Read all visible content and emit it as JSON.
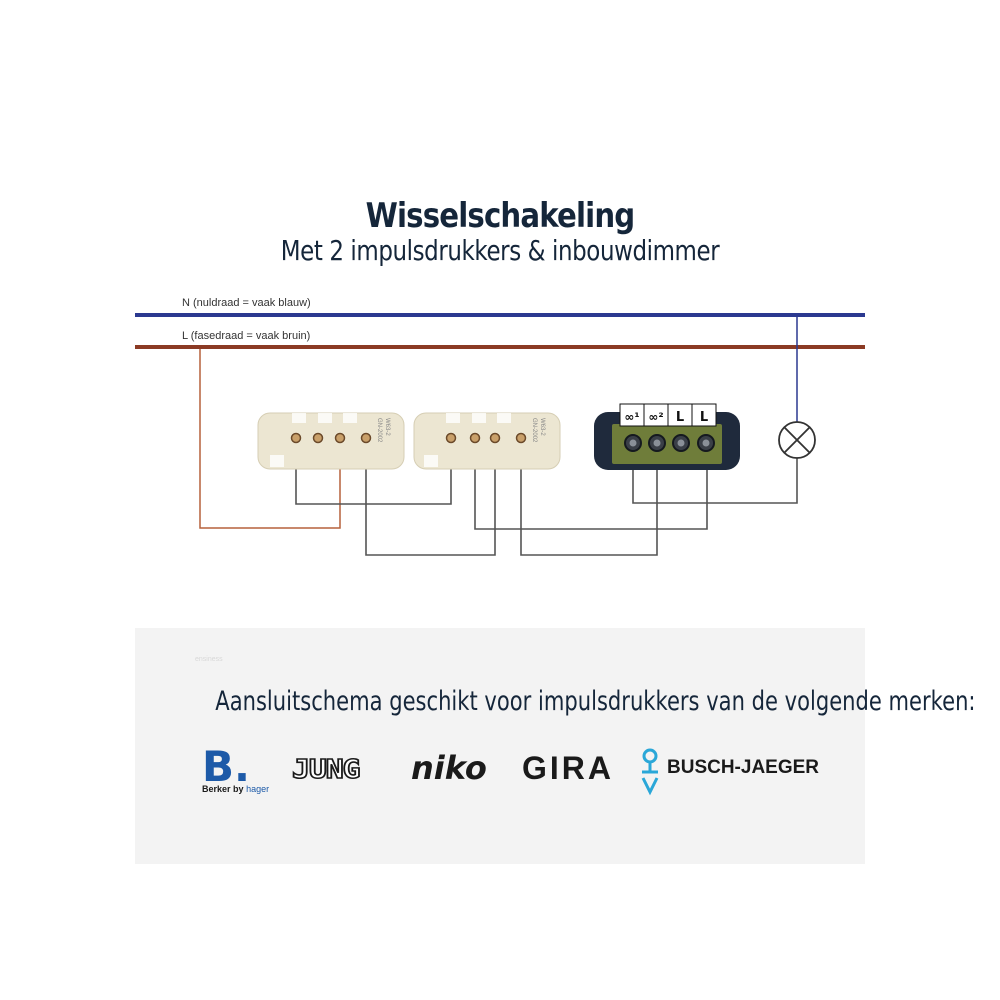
{
  "header": {
    "title": "Wisselschakeling",
    "subtitle": "Met 2 impulsdrukkers & inbouwdimmer"
  },
  "wires": {
    "neutral_label": "N (nuldraad = vaak blauw)",
    "phase_label": "L (fasedraad = vaak bruin)",
    "neutral_color": "#2b3990",
    "phase_color": "#8b3a24",
    "switch_wire_color": "#555555"
  },
  "switches": [
    {
      "model_text_1": "GN-2002",
      "model_text_2": "W63-2"
    },
    {
      "model_text_1": "GN-2002",
      "model_text_2": "W63-2"
    }
  ],
  "dimmer": {
    "terminal_labels": [
      "∞¹",
      "∞²",
      "L",
      "L"
    ],
    "body_color": "#1f2a3c",
    "plate_color": "#6f7d3a"
  },
  "lamp": {
    "icon": "lamp-cross-icon"
  },
  "brands": {
    "caption": "Aansluitschema geschikt voor impulsdrukkers van de volgende merken:",
    "watermark": "ensiness",
    "berker": {
      "mark": "B.",
      "name": "Berker",
      "by": "by",
      "hager": "hager"
    },
    "jung": "JUNG",
    "niko": "niko",
    "gira": "GIRA",
    "busch_jaeger": "BUSCH-JAEGER"
  }
}
